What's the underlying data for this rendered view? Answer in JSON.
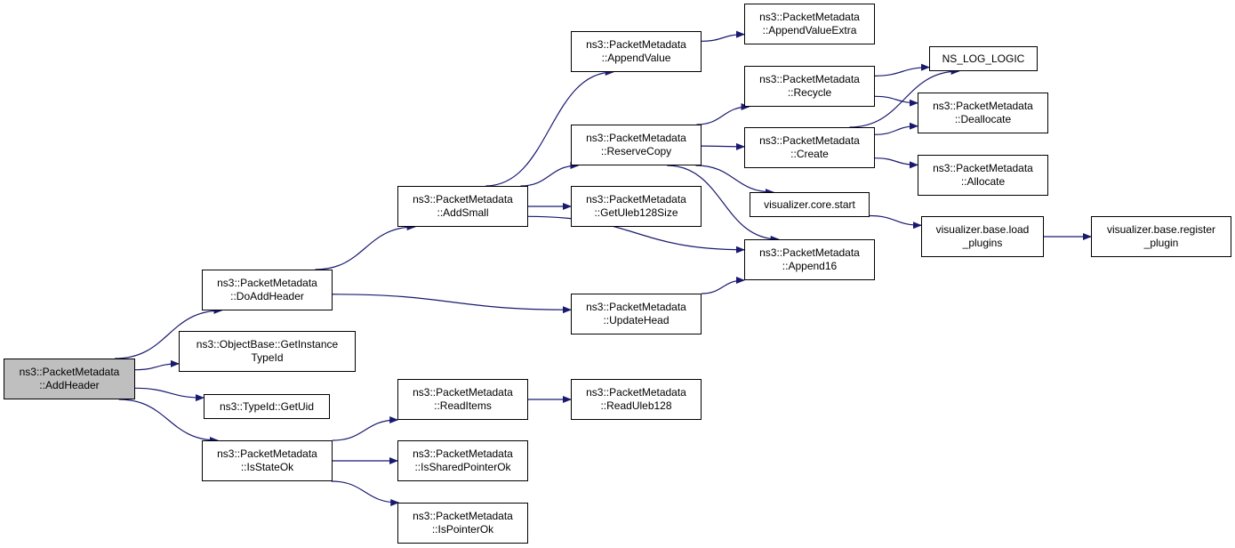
{
  "colors": {
    "edge": "#191970",
    "root_fill": "#bfbfbf",
    "node_fill": "#ffffff",
    "border": "#000000"
  },
  "nodes": {
    "add_header": [
      "ns3::PacketMetadata",
      "::AddHeader"
    ],
    "do_add_header": [
      "ns3::PacketMetadata",
      "::DoAddHeader"
    ],
    "get_instance_typeid": [
      "ns3::ObjectBase::GetInstance",
      "TypeId"
    ],
    "get_uid": [
      "ns3::TypeId::GetUid"
    ],
    "is_state_ok": [
      "ns3::PacketMetadata",
      "::IsStateOk"
    ],
    "add_small": [
      "ns3::PacketMetadata",
      "::AddSmall"
    ],
    "update_head": [
      "ns3::PacketMetadata",
      "::UpdateHead"
    ],
    "read_items": [
      "ns3::PacketMetadata",
      "::ReadItems"
    ],
    "is_shared_pointer_ok": [
      "ns3::PacketMetadata",
      "::IsSharedPointerOk"
    ],
    "is_pointer_ok": [
      "ns3::PacketMetadata",
      "::IsPointerOk"
    ],
    "append_value": [
      "ns3::PacketMetadata",
      "::AppendValue"
    ],
    "reserve_copy": [
      "ns3::PacketMetadata",
      "::ReserveCopy"
    ],
    "get_uleb128_size": [
      "ns3::PacketMetadata",
      "::GetUleb128Size"
    ],
    "read_uleb128": [
      "ns3::PacketMetadata",
      "::ReadUleb128"
    ],
    "append_value_extra": [
      "ns3::PacketMetadata",
      "::AppendValueExtra"
    ],
    "recycle": [
      "ns3::PacketMetadata",
      "::Recycle"
    ],
    "create": [
      "ns3::PacketMetadata",
      "::Create"
    ],
    "visualizer_core_start": [
      "visualizer.core.start"
    ],
    "append16": [
      "ns3::PacketMetadata",
      "::Append16"
    ],
    "ns_log_logic": [
      "NS_LOG_LOGIC"
    ],
    "deallocate": [
      "ns3::PacketMetadata",
      "::Deallocate"
    ],
    "allocate": [
      "ns3::PacketMetadata",
      "::Allocate"
    ],
    "load_plugins": [
      "visualizer.base.load",
      "_plugins"
    ],
    "register_plugin": [
      "visualizer.base.register",
      "_plugin"
    ]
  },
  "edges": [
    [
      "add_header",
      "do_add_header"
    ],
    [
      "add_header",
      "get_instance_typeid"
    ],
    [
      "add_header",
      "get_uid"
    ],
    [
      "add_header",
      "is_state_ok"
    ],
    [
      "do_add_header",
      "add_small"
    ],
    [
      "do_add_header",
      "update_head"
    ],
    [
      "is_state_ok",
      "read_items"
    ],
    [
      "is_state_ok",
      "is_shared_pointer_ok"
    ],
    [
      "is_state_ok",
      "is_pointer_ok"
    ],
    [
      "add_small",
      "append_value"
    ],
    [
      "add_small",
      "reserve_copy"
    ],
    [
      "add_small",
      "get_uleb128_size"
    ],
    [
      "add_small",
      "append16"
    ],
    [
      "update_head",
      "append16"
    ],
    [
      "read_items",
      "read_uleb128"
    ],
    [
      "append_value",
      "append_value_extra"
    ],
    [
      "reserve_copy",
      "recycle"
    ],
    [
      "reserve_copy",
      "create"
    ],
    [
      "reserve_copy",
      "visualizer_core_start"
    ],
    [
      "reserve_copy",
      "append16"
    ],
    [
      "recycle",
      "ns_log_logic"
    ],
    [
      "recycle",
      "deallocate"
    ],
    [
      "create",
      "ns_log_logic"
    ],
    [
      "create",
      "deallocate"
    ],
    [
      "create",
      "allocate"
    ],
    [
      "visualizer_core_start",
      "load_plugins"
    ],
    [
      "load_plugins",
      "register_plugin"
    ]
  ]
}
